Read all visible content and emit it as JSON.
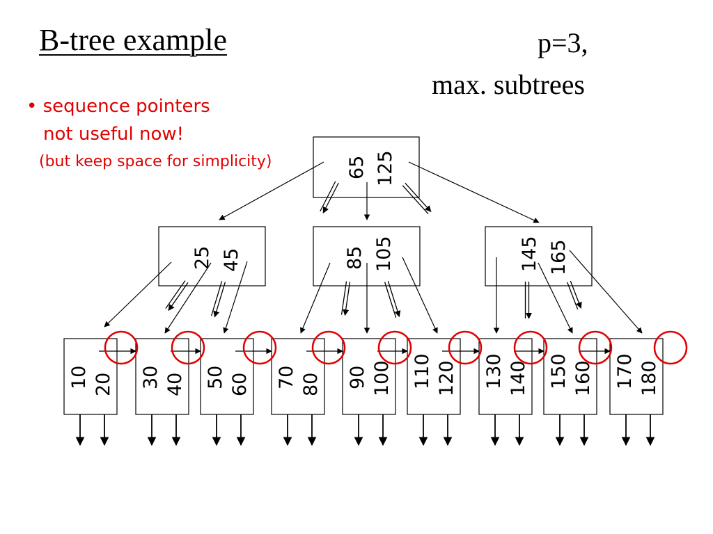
{
  "title": "B-tree example",
  "param_line1": "p=3,",
  "param_line2": "max. subtrees",
  "note": {
    "bullet_line1": "• sequence pointers",
    "bullet_line2": "not useful now!",
    "bullet_line3": "(but keep space for simplicity)"
  },
  "colors": {
    "highlight": "#e00000",
    "line": "#000000"
  },
  "tree": {
    "root": [
      "65",
      "125"
    ],
    "internal": [
      [
        "25",
        "45"
      ],
      [
        "85",
        "105"
      ],
      [
        "145",
        "165"
      ]
    ],
    "leaves": [
      [
        "10",
        "20"
      ],
      [
        "30",
        "40"
      ],
      [
        "50",
        "60"
      ],
      [
        "70",
        "80"
      ],
      [
        "90",
        "100"
      ],
      [
        "110",
        "120"
      ],
      [
        "130",
        "140"
      ],
      [
        "150",
        "160"
      ],
      [
        "170",
        "180"
      ]
    ]
  }
}
